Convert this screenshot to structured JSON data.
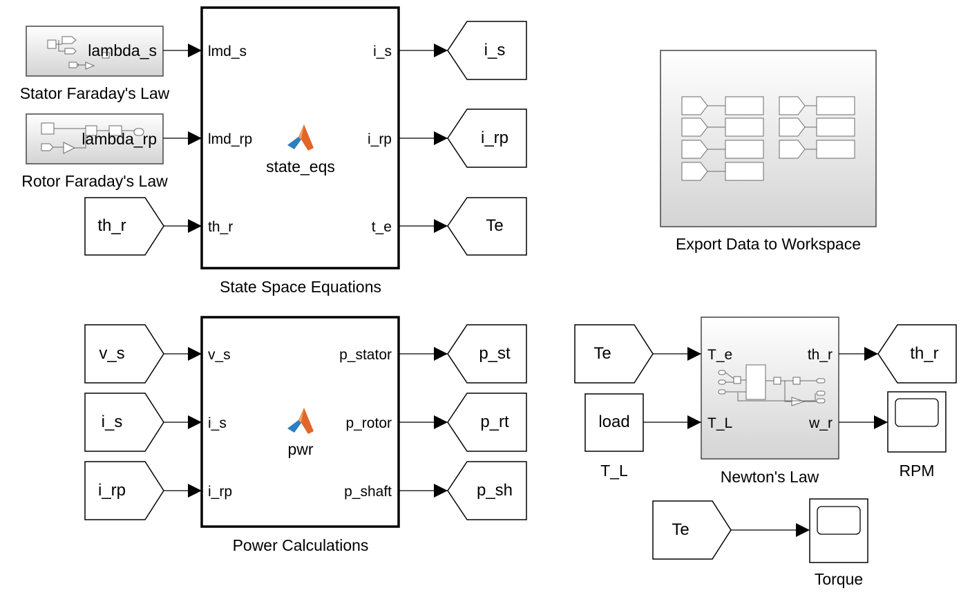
{
  "blocks": {
    "stator_faraday": {
      "inner_label": "lambda_s",
      "caption": "Stator Faraday's Law"
    },
    "rotor_faraday": {
      "inner_label": "lambda_rp",
      "caption": "Rotor Faraday's Law"
    },
    "goto_th_r_in": "th_r",
    "state_space": {
      "caption": "State Space Equations",
      "function_name": "state_eqs",
      "inputs": [
        "lmd_s",
        "lmd_rp",
        "th_r"
      ],
      "outputs": [
        "i_s",
        "i_rp",
        "t_e"
      ]
    },
    "tags_state_out": [
      "i_s",
      "i_rp",
      "Te"
    ],
    "export": {
      "caption": "Export Data to Workspace"
    },
    "power_in_tags": [
      "v_s",
      "i_s",
      "i_rp"
    ],
    "power": {
      "caption": "Power Calculations",
      "function_name": "pwr",
      "inputs": [
        "v_s",
        "i_s",
        "i_rp"
      ],
      "outputs": [
        "p_stator",
        "p_rotor",
        "p_shaft"
      ]
    },
    "tags_power_out": [
      "p_st",
      "p_rt",
      "p_sh"
    ],
    "newton_in_tag": "Te",
    "load_const": {
      "value": "load",
      "caption": "T_L"
    },
    "newton": {
      "caption": "Newton's Law",
      "inputs": [
        "T_e",
        "T_L"
      ],
      "outputs": [
        "th_r",
        "w_r"
      ]
    },
    "newton_out_tag": "th_r",
    "rpm_scope": {
      "caption": "RPM"
    },
    "torque_in_tag": "Te",
    "torque_scope": {
      "caption": "Torque"
    }
  },
  "colors": {
    "matlab_orange": "#e0662a",
    "matlab_blue": "#2c7fc1",
    "gradient_top": "#ffffff",
    "gradient_bottom": "#d4d4d4"
  },
  "icons": [
    "matlab-function-icon",
    "scope-icon"
  ]
}
